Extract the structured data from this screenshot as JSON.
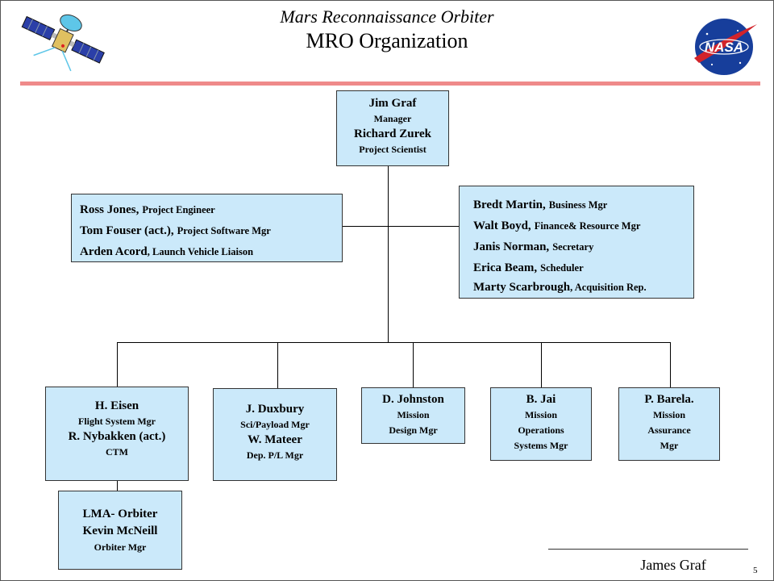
{
  "header": {
    "title_italic": "Mars Reconnaissance Orbiter",
    "title_main": "MRO Organization"
  },
  "logos": {
    "left": "spacecraft-icon",
    "right": "nasa-logo",
    "right_text": "NASA"
  },
  "top_box": {
    "name1": "Jim Graf",
    "role1": "Manager",
    "name2": "Richard Zurek",
    "role2": "Project Scientist"
  },
  "left_staff": [
    {
      "name": "Ross Jones,",
      "role": "Project Engineer"
    },
    {
      "name": "Tom Fouser (act.),",
      "role": "Project Software Mgr"
    },
    {
      "name": "Arden Acord",
      "role": ", Launch Vehicle Liaison"
    }
  ],
  "right_staff": [
    {
      "name": "Bredt Martin,",
      "role": "Business Mgr"
    },
    {
      "name": "Walt Boyd,",
      "role": "Finance& Resource Mgr"
    },
    {
      "name": "Janis Norman,",
      "role": "Secretary"
    },
    {
      "name": "Erica Beam,",
      "role": "Scheduler"
    },
    {
      "name": "Marty Scarbrough",
      "role": ", Acquisition Rep."
    }
  ],
  "teams": {
    "eisen": {
      "l1": "H. Eisen",
      "l2": "Flight System Mgr",
      "l3": "R. Nybakken (act.)",
      "l4": "CTM"
    },
    "duxbury": {
      "l1": "J. Duxbury",
      "l2": "Sci/Payload Mgr",
      "l3": "W. Mateer",
      "l4": "Dep. P/L Mgr"
    },
    "johnston": {
      "l1": "D. Johnston",
      "l2": "Mission",
      "l3": "Design Mgr"
    },
    "jai": {
      "l1": "B. Jai",
      "l2": "Mission",
      "l3": "Operations",
      "l4": "Systems Mgr"
    },
    "barela": {
      "l1": "P. Barela.",
      "l2": "Mission",
      "l3": "Assurance",
      "l4": "Mgr"
    }
  },
  "lma": {
    "l1": "LMA- Orbiter",
    "l2": "Kevin McNeill",
    "l3": "Orbiter Mgr"
  },
  "footer": {
    "signature": "James  Graf",
    "page_number": "5"
  },
  "colors": {
    "box_fill": "#cbe9fa",
    "header_rule": "#ef8a8a",
    "nasa_blue": "#173e9b",
    "nasa_red": "#d2232a"
  }
}
